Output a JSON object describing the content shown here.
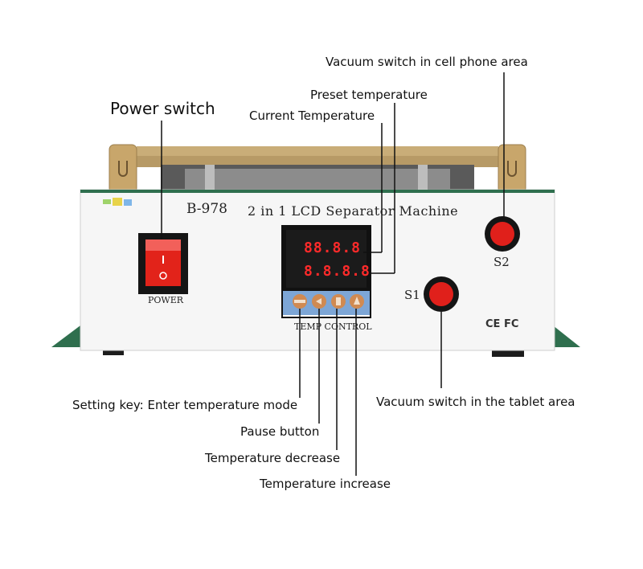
{
  "machine": {
    "model": "B-978",
    "title": "2 in 1 LCD Separator Machine",
    "power_label": "POWER",
    "temp_control_label": "TEMP CONTROL",
    "s1_label": "S1",
    "s2_label": "S2",
    "cert_marks": "CE FC",
    "display_upper": "88.8.8",
    "display_lower": "8.8.8.8",
    "colors": {
      "panel": "#f6f6f6",
      "base": "#2f6f4e",
      "power_switch": "#e2231a",
      "vacuum_button": "#e0201b",
      "display_red": "#ff2a2a",
      "key_face": "#d08a52"
    }
  },
  "callouts": {
    "vacuum_phone": "Vacuum switch in cell phone area",
    "preset_temp": "Preset temperature",
    "power_switch": "Power switch",
    "current_temp": "Current Temperature",
    "setting_key": "Setting key: Enter temperature mode",
    "pause_button": "Pause button",
    "temp_decrease": "Temperature decrease",
    "temp_increase": "Temperature increase",
    "vacuum_tablet": "Vacuum switch in the tablet area"
  }
}
